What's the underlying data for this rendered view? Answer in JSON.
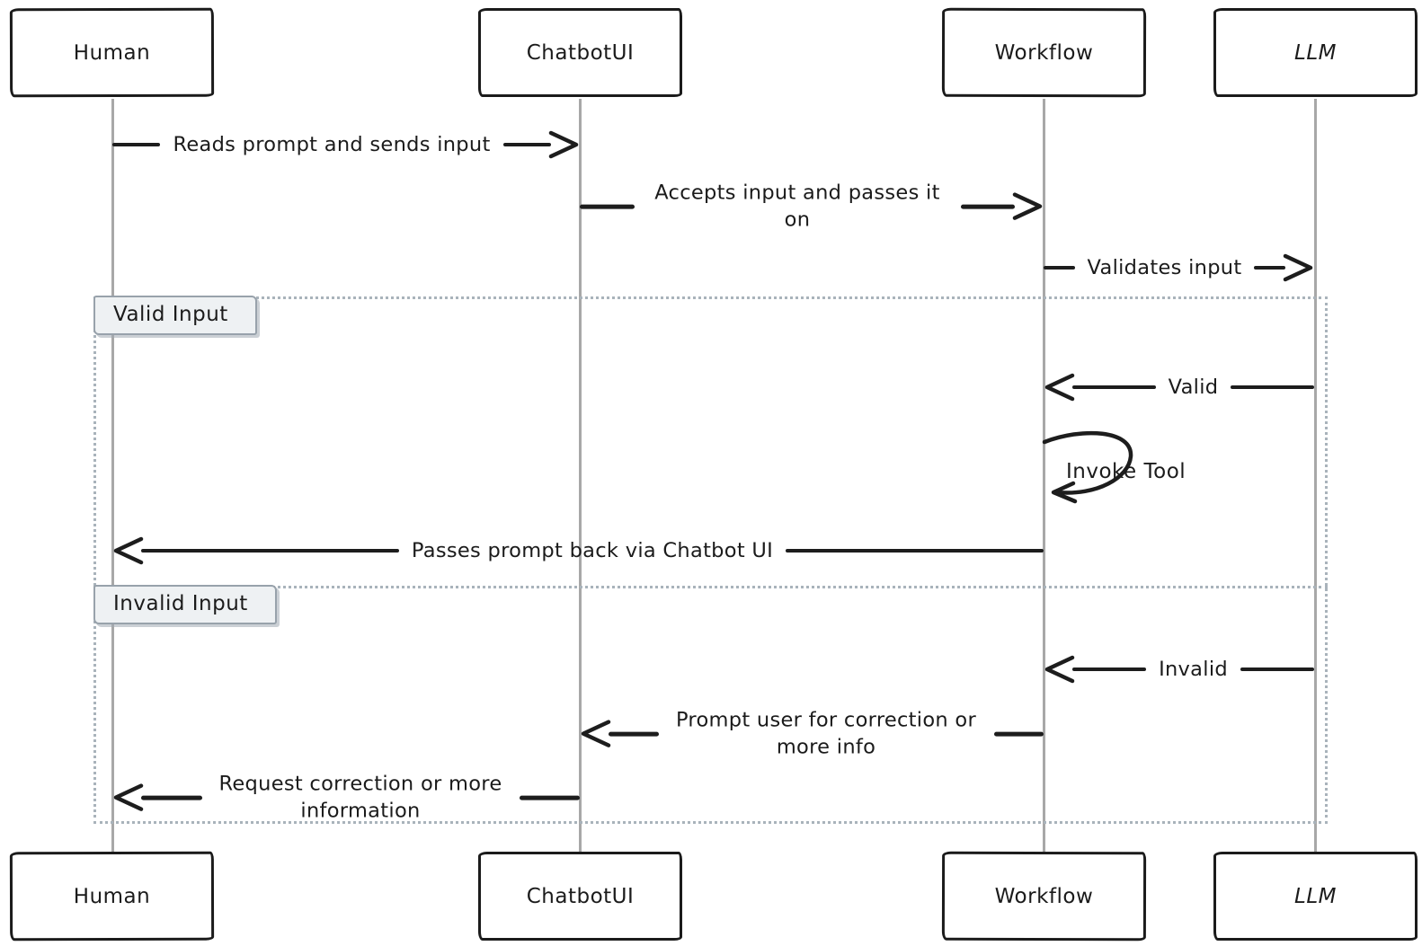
{
  "diagram": {
    "type": "sequence-diagram",
    "background": "#ffffff",
    "stroke_color": "#1d1d1d",
    "lifeline_color": "#a8a8a8",
    "frame_border_color": "#a9b3bb",
    "frame_label_fill": "#eef1f3",
    "frame_label_border": "#98a2ab"
  },
  "actors": [
    {
      "label": "Human"
    },
    {
      "label": "ChatbotUI"
    },
    {
      "label": "Workflow"
    },
    {
      "label": "LLM"
    }
  ],
  "messages": [
    {
      "from": "Human",
      "to": "ChatbotUI",
      "direction": "right",
      "label": "Reads prompt and sends input"
    },
    {
      "from": "ChatbotUI",
      "to": "Workflow",
      "direction": "right",
      "label": "Accepts input and passes it on"
    },
    {
      "from": "Workflow",
      "to": "LLM",
      "direction": "right",
      "label": "Validates input"
    },
    {
      "from": "LLM",
      "to": "Workflow",
      "direction": "left",
      "label": "Valid"
    },
    {
      "from": "Workflow",
      "to": "Workflow",
      "direction": "self",
      "label": "Invoke Tool"
    },
    {
      "from": "Workflow",
      "to": "Human",
      "direction": "left",
      "label": "Passes prompt back via Chatbot UI"
    },
    {
      "from": "LLM",
      "to": "Workflow",
      "direction": "left",
      "label": "Invalid"
    },
    {
      "from": "Workflow",
      "to": "ChatbotUI",
      "direction": "left",
      "label": "Prompt user for correction or more info"
    },
    {
      "from": "ChatbotUI",
      "to": "Human",
      "direction": "left",
      "label": "Request correction or more information"
    }
  ],
  "frame": {
    "sections": [
      {
        "label": "Valid Input"
      },
      {
        "label": "Invalid Input"
      }
    ]
  }
}
